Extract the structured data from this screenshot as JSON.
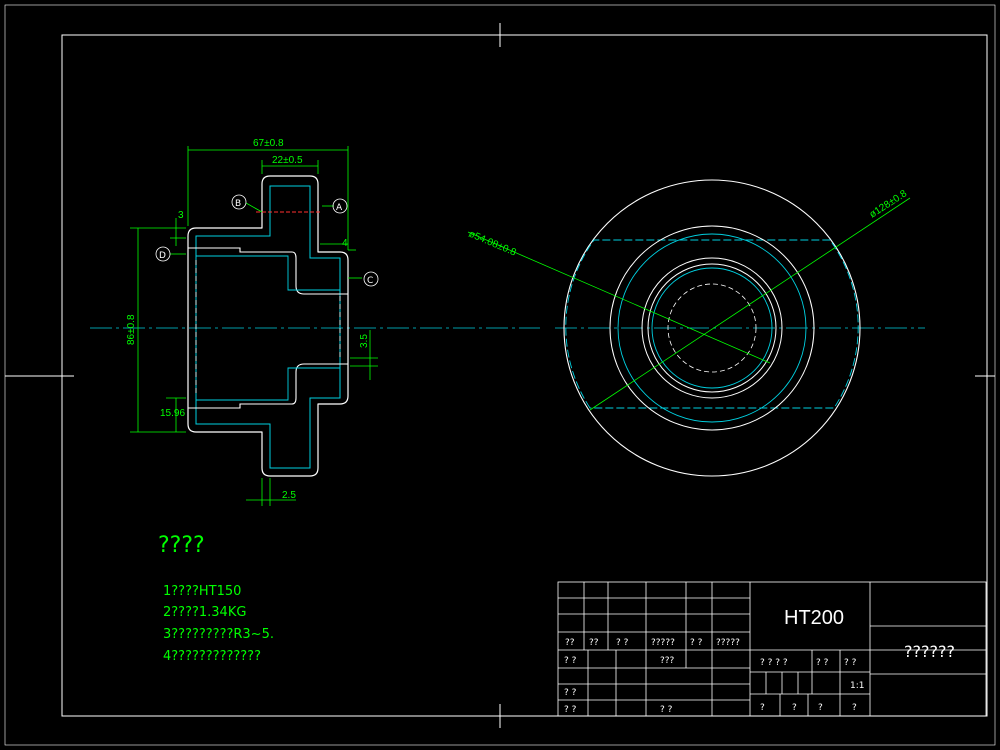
{
  "colors": {
    "background": "#000000",
    "outline": "#ffffff",
    "hidden": "#00d0e0",
    "dimension": "#00ff00",
    "centerline": "#00d0e0",
    "section": "#ff3030"
  },
  "dimensions": {
    "overall_width": "67±0.8",
    "hub_width": "22±0.5",
    "flange_step": "4",
    "top_offset": "3",
    "height": "86±0.8",
    "small_step": "3.5",
    "bottom_offset": "15.96",
    "base_step": "2.5",
    "inner_dia": "ø54.08±0.8",
    "outer_dia": "ø128±0.8"
  },
  "datums": [
    "A",
    "B",
    "C",
    "D"
  ],
  "notes": {
    "heading": "????",
    "items": [
      "1????HT150",
      "2????1.34KG",
      "3?????????R3~5.",
      "4?????????????"
    ]
  },
  "title_block": {
    "material": "HT200",
    "part_name": "??????",
    "scale": "1:1",
    "header_row": [
      "??",
      "??",
      "? ?",
      "?????",
      "? ?",
      "?????"
    ],
    "row_design": [
      "? ?",
      "???"
    ],
    "row_review": "? ?",
    "row_process": [
      "? ?",
      "? ?"
    ],
    "stage_labels": [
      "? ? ? ?",
      "? ?",
      "? ?"
    ],
    "bottom_labels": [
      "?",
      "?",
      "?",
      "?"
    ]
  }
}
